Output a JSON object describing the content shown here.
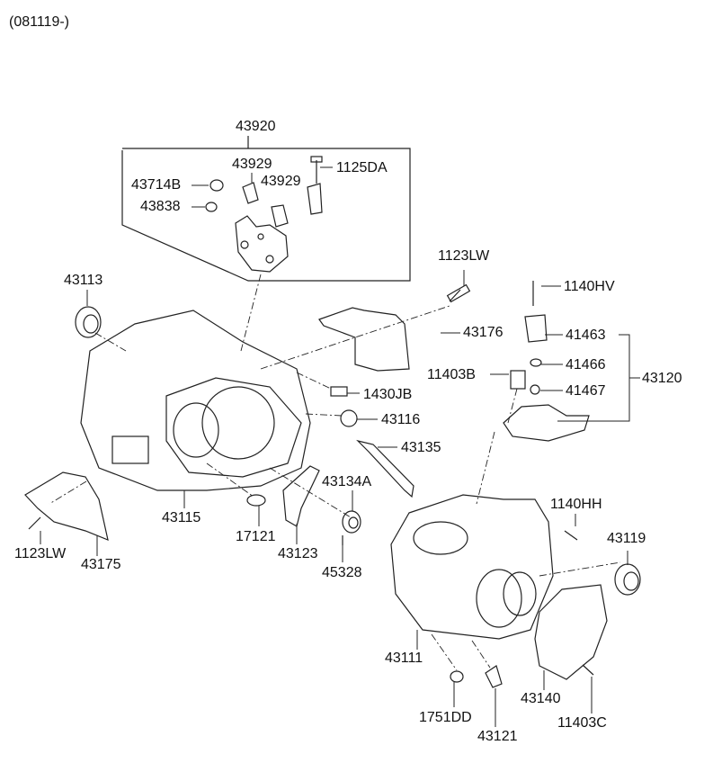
{
  "header": {
    "code": "(081119-)"
  },
  "labels": {
    "p43920": "43920",
    "p43929a": "43929",
    "p43929b": "43929",
    "p1125DA": "1125DA",
    "p43714B": "43714B",
    "p43838": "43838",
    "p43113": "43113",
    "p1123LWtop": "1123LW",
    "p1140HV": "1140HV",
    "p43176": "43176",
    "p41463": "41463",
    "p41466": "41466",
    "p11403B": "11403B",
    "p43120": "43120",
    "p41467": "41467",
    "p1430JB": "1430JB",
    "p43116": "43116",
    "p43135": "43135",
    "p43134A": "43134A",
    "p43115": "43115",
    "p17121": "17121",
    "p43123": "43123",
    "p45328": "45328",
    "p1123LWbot": "1123LW",
    "p43175": "43175",
    "p1140HH": "1140HH",
    "p43119": "43119",
    "p43111": "43111",
    "p43140": "43140",
    "p1751DD": "1751DD",
    "p43121": "43121",
    "p11403C": "11403C"
  }
}
